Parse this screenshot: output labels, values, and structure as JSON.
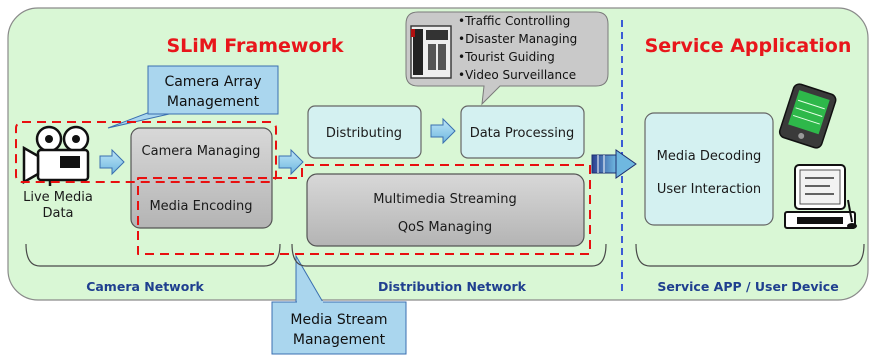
{
  "framework_title": "SLiM Framework",
  "service_title": "Service Application",
  "callouts": {
    "camera_array": [
      "Camera Array",
      "Management"
    ],
    "media_stream": [
      "Media Stream",
      "Management"
    ]
  },
  "live_media_label": [
    "Live Media",
    "Data"
  ],
  "camera_network": {
    "camera_managing": "Camera Managing",
    "media_encoding": "Media Encoding"
  },
  "distribution_network": {
    "distributing": "Distributing",
    "data_processing": "Data Processing",
    "multimedia_streaming": "Multimedia Streaming",
    "qos_managing": "QoS Managing"
  },
  "service": {
    "media_decoding": "Media Decoding",
    "user_interaction": "User Interaction"
  },
  "applications": [
    "•Traffic Controlling",
    "•Disaster Managing",
    "•Tourist Guiding",
    "•Video Surveillance"
  ],
  "footer_labels": {
    "camera_network": "Camera Network",
    "distribution_network": "Distribution Network",
    "service_app": "Service APP / User Device"
  },
  "colors": {
    "background_panel": "#d9f7d5",
    "title_red": "#e8161b",
    "callout_blue": "#aad6ee",
    "process_box": "#d4f1f1",
    "gray_box": "#c7c7c7",
    "dashed_red": "#e81010",
    "footer_blue": "#1f3f8f",
    "divider_blue": "#3b5bd6"
  }
}
